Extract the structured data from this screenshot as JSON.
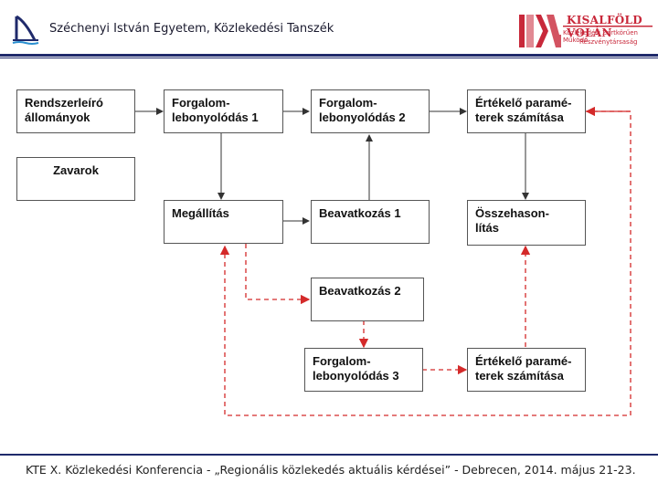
{
  "header": {
    "title": "Széchenyi István Egyetem, Közlekedési Tanszék",
    "logo_right": {
      "name": "KISALFÖLD VOLÁN",
      "sub1": "Közlekedési Zártkörűen Működő",
      "sub2": "Részvénytársaság"
    }
  },
  "diagram": {
    "nodes": {
      "rendszerleiro": "Rendszerleíró\nállományok",
      "zavarok": "Zavarok",
      "forgalom1": "Forgalom-\nlebonyolódás 1",
      "forgalom2": "Forgalom-\nlebonyolódás 2",
      "ertekelo1": "Értékelő paramé-\nterek számítása",
      "megallitas": "Megállítás",
      "beavatkozas1": "Beavatkozás 1",
      "osszehasonlitas": "Összehason-\nlítás",
      "beavatkozas2": "Beavatkozás 2",
      "forgalom3": "Forgalom-\nlebonyolódás 3",
      "ertekelo2": "Értékelő paramé-\nterek számítása"
    },
    "colors": {
      "solid_arrow": "#333333",
      "dashed_arrow": "#d42a2a"
    }
  },
  "footer": {
    "text": "KTE X. Közlekedési Konferencia - „Regionális közlekedés aktuális kérdései” - Debrecen, 2014. május 21-23."
  }
}
